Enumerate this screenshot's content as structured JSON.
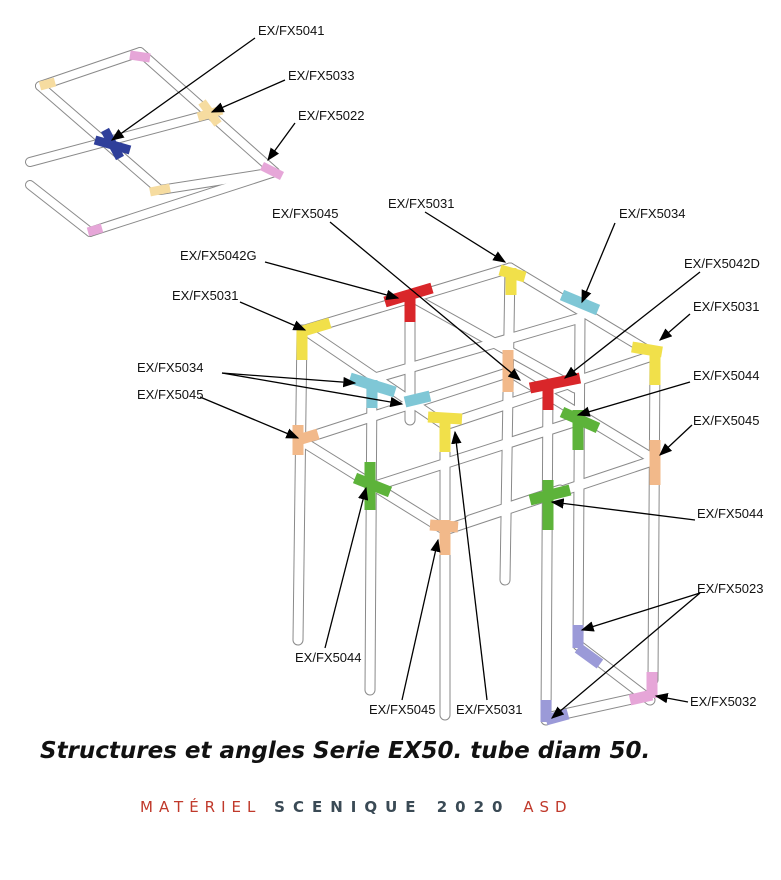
{
  "labels": {
    "l1": "EX/FX5041",
    "l2": "EX/FX5033",
    "l3": "EX/FX5022",
    "l4": "EX/FX5045",
    "l5": "EX/FX5031",
    "l6": "EX/FX5034",
    "l7": "EX/FX5042G",
    "l8": "EX/FX5042D",
    "l9": "EX/FX5031",
    "l10": "EX/FX5031",
    "l11": "EX/FX5034",
    "l12": "EX/FX5044",
    "l13": "EX/FX5045",
    "l14": "EX/FX5045",
    "l15": "EX/FX5044",
    "l16": "EX/FX5023",
    "l17": "EX/FX5044",
    "l18": "EX/FX5045",
    "l19": "EX/FX5031",
    "l20": "EX/FX5032"
  },
  "caption": "Structures et angles Serie EX50. tube diam 50.",
  "brand": {
    "part1": "MATÉRIEL",
    "part2": "SCENIQUE 2020",
    "part3": "ASD"
  },
  "colors": {
    "blue": "#2f3f9a",
    "yellow": "#f1e04a",
    "red": "#d9262a",
    "cyan": "#7fc7d6",
    "green": "#5db33a",
    "orange": "#f2b98a",
    "pink": "#e6a6d8",
    "periwinkle": "#9b9ad8",
    "beige": "#f6dca0"
  }
}
